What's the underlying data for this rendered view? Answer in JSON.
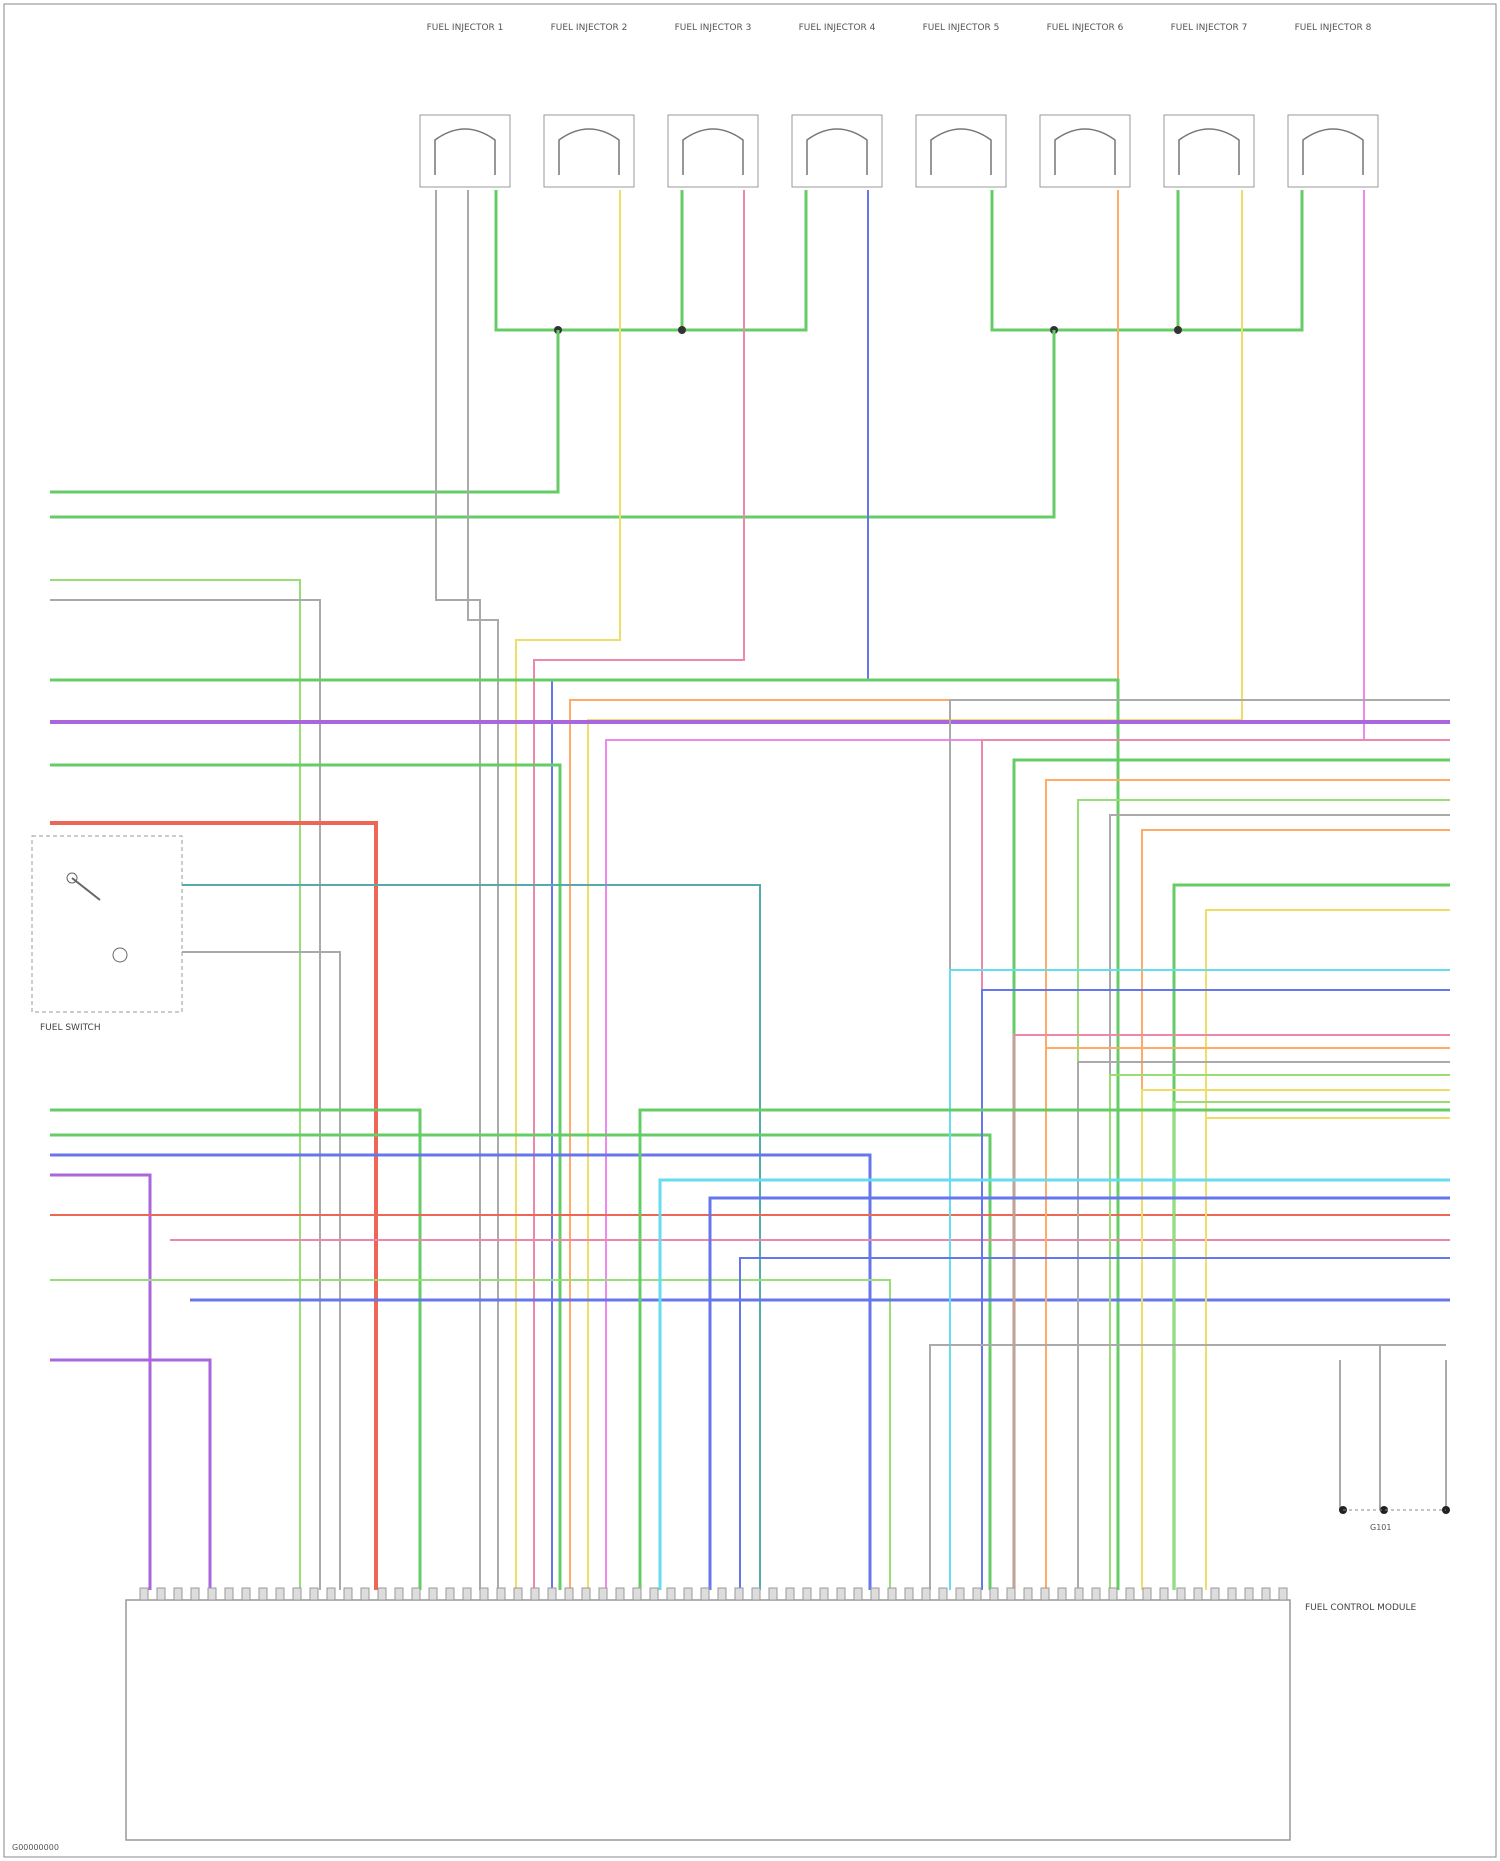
{
  "diagram": {
    "wire_colors": {
      "green": "#66cc66",
      "light_green": "#99dd77",
      "purple": "#aa66dd",
      "red": "#ee6655",
      "pink": "#ee88aa",
      "orange": "#ffaa66",
      "yellow": "#eedd66",
      "blue": "#6677ee",
      "light_blue": "#66ddee",
      "gray": "#aaaaaa",
      "teal": "#55aaaa",
      "magenta": "#ee88ee"
    },
    "injectors": [
      {
        "title": "FUEL INJECTOR 1",
        "icon": "injector-icon"
      },
      {
        "title": "FUEL INJECTOR 2",
        "icon": "injector-icon"
      },
      {
        "title": "FUEL INJECTOR 3",
        "icon": "injector-icon"
      },
      {
        "title": "FUEL INJECTOR 4",
        "icon": "injector-icon"
      },
      {
        "title": "FUEL INJECTOR 5",
        "icon": "injector-icon"
      },
      {
        "title": "FUEL INJECTOR 6",
        "icon": "injector-icon"
      },
      {
        "title": "FUEL INJECTOR 7",
        "icon": "injector-icon"
      },
      {
        "title": "FUEL INJECTOR 8",
        "icon": "injector-icon"
      }
    ],
    "ecm_label": "FUEL CONTROL MODULE",
    "switch_label": "FUEL SWITCH",
    "ground_label": "G101",
    "footer": "G00000000"
  }
}
